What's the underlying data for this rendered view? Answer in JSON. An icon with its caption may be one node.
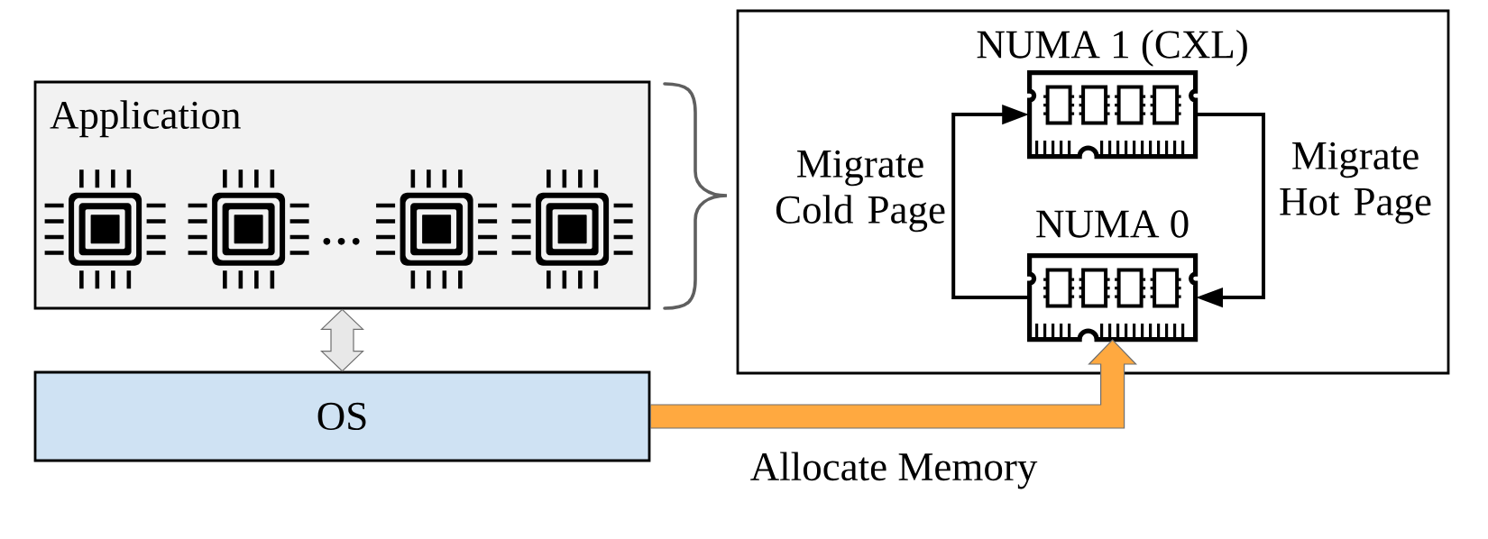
{
  "diagram": {
    "nodes": [
      {
        "text": [
          "Application"
        ]
      },
      {
        "text": [
          "OS"
        ]
      },
      {
        "text": [],
        "shape": "box"
      },
      {
        "text": [
          "NUMA 1 (CXL)"
        ],
        "in": 2
      },
      {
        "text": [
          "NUMA 0"
        ],
        "in": 2
      }
    ],
    "edges": [
      {
        "from": 0,
        "to": 1,
        "arrow": "both",
        "style": "thick",
        "color": "#e8e8e8"
      },
      {
        "from": 4,
        "to": 3,
        "arrow": "to",
        "label": "Migrate Cold Page"
      },
      {
        "from": 3,
        "to": 4,
        "arrow": "to",
        "label": "Migrate Hot Page"
      },
      {
        "from": 1,
        "to": 4,
        "arrow": "to",
        "label": "Allocate Memory",
        "style": "thick",
        "color": "#ffa940"
      }
    ],
    "labels": [
      "…"
    ]
  }
}
